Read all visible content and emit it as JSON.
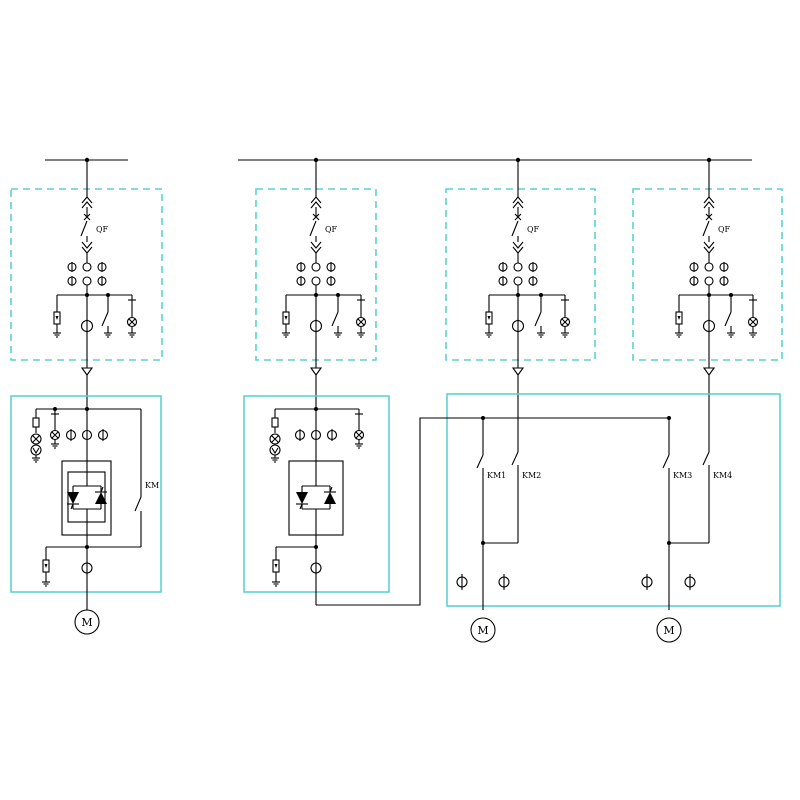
{
  "diagram": {
    "breaker_label": "QF",
    "contactor_label": "KM",
    "contactors": [
      "KM1",
      "KM2",
      "KM3",
      "KM4"
    ],
    "motor_label": "M",
    "box_color": "#5fd0d2",
    "line_color": "#000000"
  }
}
